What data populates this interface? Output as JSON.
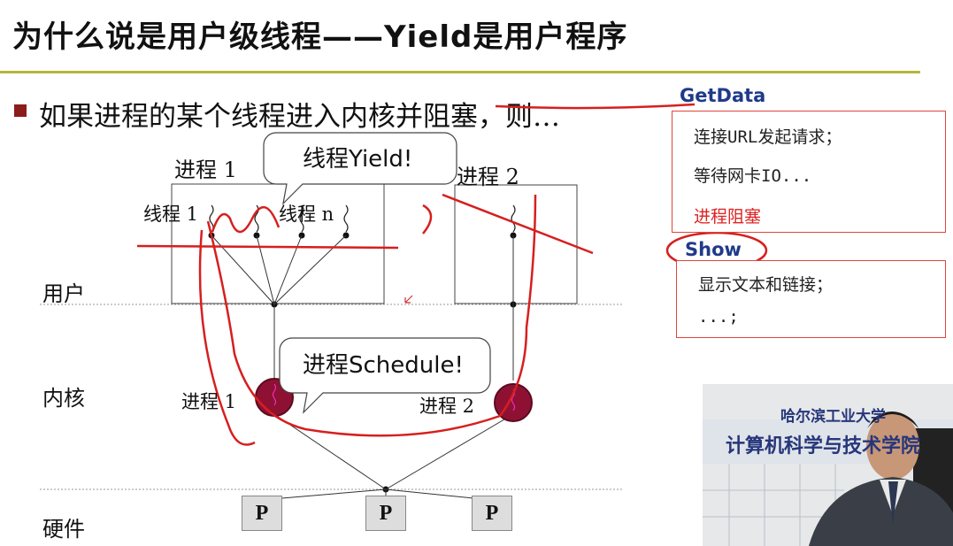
{
  "slide": {
    "title": "为什么说是用户级线程——Yield是用户程序",
    "bullet": "如果进程的某个线程进入内核并阻塞，则…"
  },
  "diagram": {
    "process1_label": "进程 1",
    "process2_label": "进程 2",
    "thread1_label": "线程 1",
    "threadn_label": "线程 n",
    "layer_user": "用户",
    "layer_kernel": "内核",
    "layer_hardware": "硬件",
    "kernel_proc1": "进程 1",
    "kernel_proc2": "进程 2",
    "bubble_yield": "线程Yield!",
    "bubble_schedule": "进程Schedule!",
    "cpu_labels": [
      "P",
      "P",
      "P"
    ]
  },
  "getdata": {
    "header": "GetData",
    "lines": [
      "连接URL发起请求；",
      "等待网卡IO..."
    ],
    "blocked": "进程阻塞"
  },
  "show": {
    "header": "Show",
    "lines": [
      "显示文本和链接；",
      "...;"
    ]
  },
  "video": {
    "banner_top": "哈尔滨工业大学",
    "banner_main": "计算机科学与技术学院"
  },
  "colors": {
    "accent_red": "#d61f1f",
    "title_rule": "#b7b63a",
    "kernel_circle": "#8e1133",
    "header_blue": "#1f3a8a"
  }
}
